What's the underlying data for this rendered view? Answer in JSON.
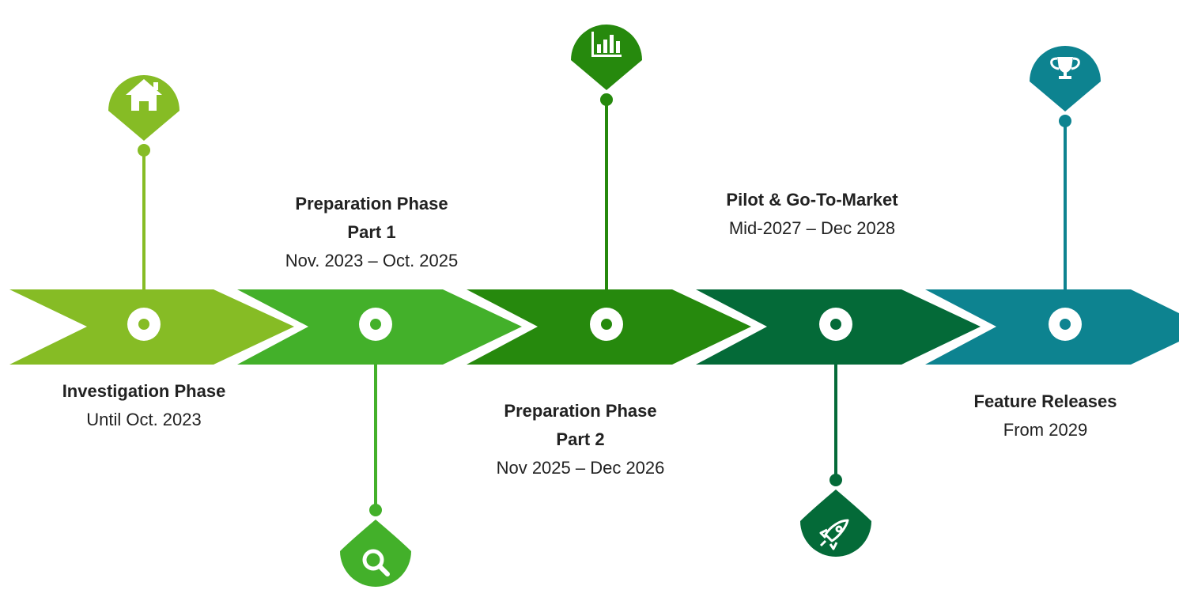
{
  "phases": [
    {
      "title": "Investigation Phase",
      "title_line2": "",
      "date": "Until Oct. 2023",
      "color": "#86BC25",
      "icon": "home-icon"
    },
    {
      "title": "Preparation Phase",
      "title_line2": "Part 1",
      "date": "Nov. 2023 – Oct. 2025",
      "color": "#43B02A",
      "icon": "search-icon"
    },
    {
      "title": "Preparation Phase",
      "title_line2": "Part 2",
      "date": "Nov 2025 – Dec 2026",
      "color": "#26890D",
      "icon": "bar-chart-icon"
    },
    {
      "title": "Pilot & Go-To-Market",
      "title_line2": "",
      "date": "Mid-2027 – Dec 2028",
      "color": "#046A38",
      "icon": "rocket-icon"
    },
    {
      "title": "Feature Releases",
      "title_line2": "",
      "date": "From 2029",
      "color": "#0D8390",
      "icon": "trophy-icon"
    }
  ]
}
